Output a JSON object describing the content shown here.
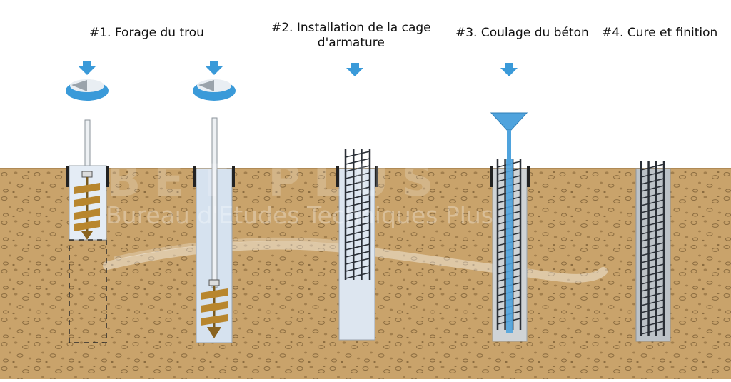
{
  "steps": [
    {
      "number": "#1.",
      "title": "Forage du trou"
    },
    {
      "number": "#2.",
      "title": "Installation de la cage d'armature"
    },
    {
      "number": "#3.",
      "title": "Coulage du béton"
    },
    {
      "number": "#4.",
      "title": "Cure et finition"
    }
  ],
  "step_titles": {
    "s1": "#1. Forage du trou",
    "s2_line1": "#2. Installation de la cage",
    "s2_line2": "d'armature",
    "s3": "#3. Coulage du béton",
    "s4": "#4. Cure et finition"
  },
  "watermark": {
    "logo_text": "BET PLUS",
    "tagline": "Bureau d'Etudes Techniques Plus"
  },
  "colors": {
    "soil": "#c9a36b",
    "soil_pebble": "#8a6b3f",
    "arrow_blue": "#3a9ad9",
    "casing": "#dde6f0",
    "concrete": "#cfd3d6",
    "rebar": "#2a2f36",
    "auger": "#b8862e"
  },
  "icons": [
    "down-arrow-icon",
    "rotation-icon",
    "funnel-icon"
  ]
}
